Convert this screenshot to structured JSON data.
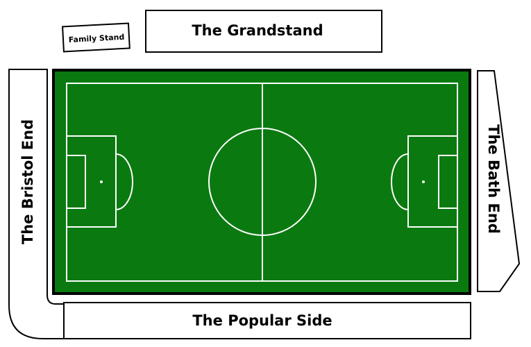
{
  "stands": {
    "grandstand": "The Grandstand",
    "family_stand": "Family Stand",
    "bristol_end": "The Bristol End",
    "bath_end": "The Bath End",
    "popular_side": "The Popular Side"
  },
  "colors": {
    "pitch": "#0a7a10",
    "pitch_border": "#000000",
    "lines": "#ffffff",
    "stand_fill": "#ffffff",
    "stand_stroke": "#000000"
  }
}
